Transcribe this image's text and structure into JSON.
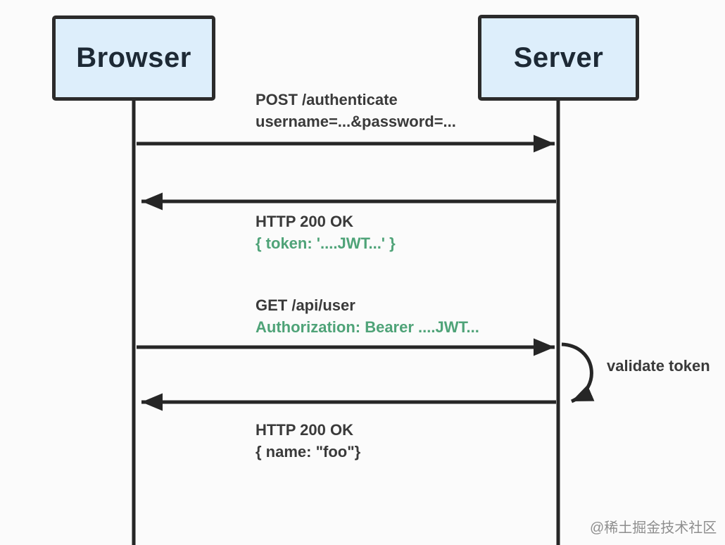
{
  "diagram": {
    "type": "sequence-diagram",
    "actors": [
      {
        "id": "browser",
        "label": "Browser"
      },
      {
        "id": "server",
        "label": "Server"
      }
    ],
    "messages": [
      {
        "from": "browser",
        "to": "server",
        "line1": "POST /authenticate",
        "line2": "username=...&password=...",
        "line2_style": "dark"
      },
      {
        "from": "server",
        "to": "browser",
        "line1": "HTTP 200 OK",
        "line2": "{ token: '....JWT...' }",
        "line2_style": "green"
      },
      {
        "from": "browser",
        "to": "server",
        "line1": "GET /api/user",
        "line2": "Authorization: Bearer ....JWT...",
        "line2_style": "green"
      },
      {
        "from": "server",
        "to": "browser",
        "line1": "HTTP 200 OK",
        "line2": "{ name: \"foo\"}",
        "line2_style": "dark"
      }
    ],
    "self_action": {
      "actor": "server",
      "label": "validate token"
    },
    "watermark": "@稀土掘金技术社区"
  },
  "colors": {
    "background": "#fbfbfb",
    "box_fill": "#ddeefb",
    "box_border": "#2b2b2b",
    "line": "#262626",
    "text_dark": "#3a3a3a",
    "text_green": "#4fa378",
    "watermark": "#8e8e8e"
  }
}
